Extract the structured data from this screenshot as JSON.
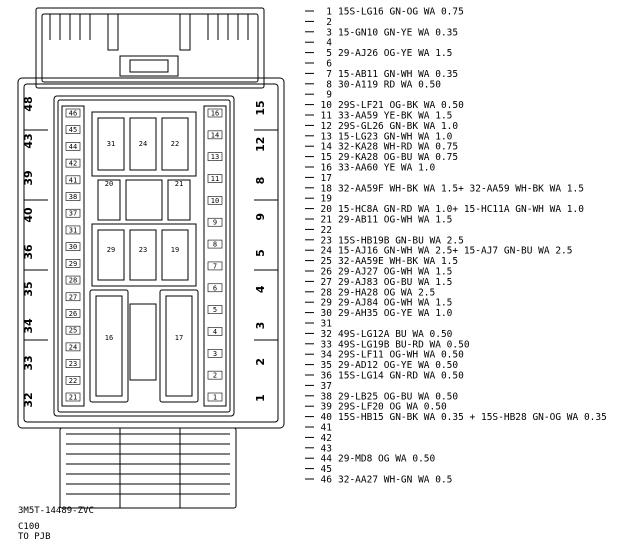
{
  "connector": {
    "part_number": "3M5T-14489-ZVC",
    "id": "C100",
    "destination": "TO PJB"
  },
  "pins": [
    {
      "n": "1",
      "w": "15S-LG16   GN-OG  WA 0.75"
    },
    {
      "n": "2",
      "w": ""
    },
    {
      "n": "3",
      "w": "15-GN10   GN-YE  WA 0.35"
    },
    {
      "n": "4",
      "w": ""
    },
    {
      "n": "5",
      "w": "29-AJ26   OG-YE  WA 1.5"
    },
    {
      "n": "6",
      "w": ""
    },
    {
      "n": "7",
      "w": "15-AB11   GN-WH  WA 0.35"
    },
    {
      "n": "8",
      "w": "30-A119  RD WA 0.50"
    },
    {
      "n": "9",
      "w": ""
    },
    {
      "n": "10",
      "w": "29S-LF21   OG-BK  WA 0.50"
    },
    {
      "n": "11",
      "w": "33-AA59  YE-BK  WA 1.5"
    },
    {
      "n": "12",
      "w": "29S-GL26  GN-BK  WA 1.0"
    },
    {
      "n": "13",
      "w": "15-LG23  GN-WH  WA 1.0"
    },
    {
      "n": "14",
      "w": "32-KA28  WH-RD  WA 0.75"
    },
    {
      "n": "15",
      "w": "29-KA28  OG-BU  WA 0.75"
    },
    {
      "n": "16",
      "w": "33-AA60  YE WA 1.0"
    },
    {
      "n": "17",
      "w": ""
    },
    {
      "n": "18",
      "w": "32-AA59F   WH-BK  WA 1.5+ 32-AA59  WH-BK  WA 1.5"
    },
    {
      "n": "19",
      "w": ""
    },
    {
      "n": "20",
      "w": "15-HC8A   GN-RD  WA 1.0+ 15-HC11A   GN-WH  WA 1.0"
    },
    {
      "n": "21",
      "w": "29-AB11   OG-WH  WA 1.5"
    },
    {
      "n": "22",
      "w": ""
    },
    {
      "n": "23",
      "w": "15S-HB19B   GN-BU  WA 2.5"
    },
    {
      "n": "24",
      "w": "15-AJ16   GN-WH  WA 2.5+ 15-AJ7  GN-BU  WA 2.5"
    },
    {
      "n": "25",
      "w": "32-AA59E   WH-BK  WA 1.5"
    },
    {
      "n": "26",
      "w": "29-AJ27   OG-WH  WA 1.5"
    },
    {
      "n": "27",
      "w": "29-AJ83   OG-BU  WA 1.5"
    },
    {
      "n": "28",
      "w": "29-HA28   OG WA 2.5"
    },
    {
      "n": "29",
      "w": "29-AJ84   OG-WH  WA 1.5"
    },
    {
      "n": "30",
      "w": "29-AH35   OG-YE  WA 1.0"
    },
    {
      "n": "31",
      "w": ""
    },
    {
      "n": "32",
      "w": "49S-LG12A   BU WA 0.50"
    },
    {
      "n": "33",
      "w": "49S-LG19B   BU-RD  WA 0.50"
    },
    {
      "n": "34",
      "w": "29S-LF11   OG-WH  WA 0.50"
    },
    {
      "n": "35",
      "w": "29-AD12   OG-YE  WA 0.50"
    },
    {
      "n": "36",
      "w": "15S-LG14   GN-RD  WA 0.50"
    },
    {
      "n": "37",
      "w": ""
    },
    {
      "n": "38",
      "w": "29-LB25   OG-BU  WA 0.50"
    },
    {
      "n": "39",
      "w": "29S-LF20   OG WA 0.50"
    },
    {
      "n": "40",
      "w": "15S-HB15   GN-BK  WA 0.35 + 15S-HB28   GN-OG  WA 0.35"
    },
    {
      "n": "41",
      "w": ""
    },
    {
      "n": "42",
      "w": ""
    },
    {
      "n": "43",
      "w": ""
    },
    {
      "n": "44",
      "w": "29-MD8  OG WA 0.50"
    },
    {
      "n": "45",
      "w": ""
    },
    {
      "n": "46",
      "w": "32-AA27   WH-GN  WA 0.5"
    }
  ],
  "face_labels": {
    "left_side": [
      "48",
      "43",
      "39",
      "40",
      "36",
      "35",
      "34",
      "33",
      "32"
    ],
    "right_side": [
      "15",
      "12",
      "8",
      "9",
      "5",
      "4",
      "3",
      "2",
      "1"
    ],
    "left_column": [
      "46",
      "45",
      "44",
      "42",
      "41",
      "38",
      "37",
      "31",
      "30",
      "29",
      "28",
      "27",
      "26",
      "25",
      "24",
      "23",
      "22",
      "21"
    ],
    "right_column": [
      "16",
      "14",
      "13",
      "11",
      "10",
      "9",
      "8",
      "7",
      "6",
      "5",
      "4",
      "3",
      "2",
      "1"
    ],
    "cavities": [
      "31",
      "24",
      "22",
      "20",
      "21",
      "29",
      "23",
      "19",
      "16",
      "17"
    ]
  }
}
